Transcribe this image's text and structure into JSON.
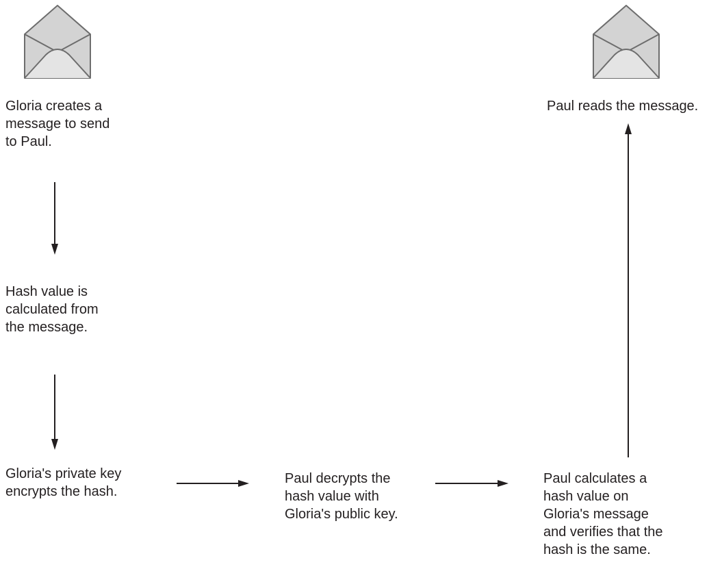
{
  "steps": {
    "create": "Gloria creates a\nmessage to send\nto Paul.",
    "hash": "Hash value is\ncalculated from\nthe message.",
    "encrypt": "Gloria's private key\nencrypts the hash.",
    "decrypt": "Paul decrypts the\nhash value with\nGloria's  public key.",
    "verify": "Paul calculates a\nhash value on\nGloria's message\nand verifies that the\nhash is the same.",
    "read": "Paul reads the message."
  },
  "icons": {
    "sender_envelope": "envelope-icon",
    "receiver_envelope": "envelope-icon"
  },
  "colors": {
    "text": "#231f20",
    "arrow": "#231f20",
    "envelope_fill": "#d3d3d3",
    "envelope_stroke": "#6d6d6d"
  }
}
